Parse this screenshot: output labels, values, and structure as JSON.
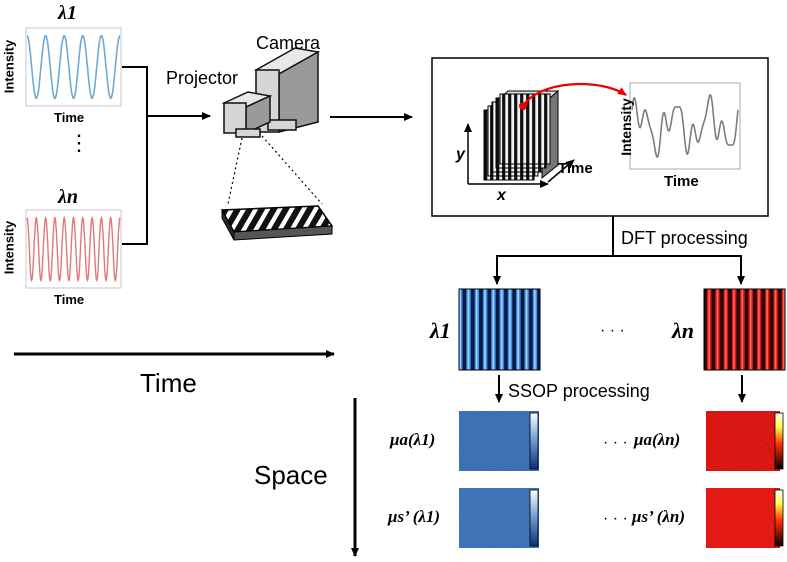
{
  "labels": {
    "lambda_1": "λ1",
    "lambda_n": "λn",
    "intensity": "Intensity",
    "time_small": "Time",
    "camera": "Camera",
    "projector": "Projector",
    "axis_y": "y",
    "axis_x": "x",
    "cube_time": "Time",
    "signal_intensity": "Intensity",
    "signal_time": "Time",
    "dft": "DFT processing",
    "ssop": "SSOP processing",
    "big_time": "Time",
    "space": "Space",
    "dots": "· · ·",
    "vdots": "⋮",
    "mu_a_1": "μa(λ1)",
    "mu_a_n": "μa(λn)",
    "mu_s_1": "μs’ (λ1)",
    "mu_s_n": "μs’ (λn)"
  },
  "colors": {
    "blue_wave": "#6fa9d6",
    "red_wave": "#e07a7a",
    "blue_map": "#2b5fa8",
    "red_map": "#e4201c"
  }
}
